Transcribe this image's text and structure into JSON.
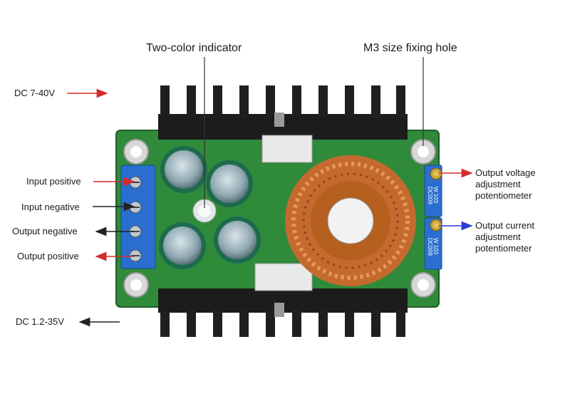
{
  "labels": {
    "two_color_indicator": "Two-color indicator",
    "m3_fixing_hole": "M3 size fixing hole",
    "dc_input_range": "DC 7-40V",
    "dc_output_range": "DC 1.2-35V",
    "input_positive": "Input positive",
    "input_negative": "Input negative",
    "output_negative": "Output negative",
    "output_positive": "Output positive",
    "voltage_pot_line1": "Output voltage",
    "voltage_pot_line2": "adjustment",
    "voltage_pot_line3": "potentiometer",
    "current_pot_line1": "Output current",
    "current_pot_line2": "adjustment",
    "current_pot_line3": "potentiometer"
  },
  "colors": {
    "arrow_red": "#d42a2a",
    "arrow_black": "#222222",
    "arrow_blue": "#2a3fd4",
    "pcb_green": "#2f8a3a",
    "heatsink": "#1c1c1c",
    "terminal_blue": "#2a6fd0",
    "coil_copper": "#c56a2e"
  },
  "board_markings": {
    "pot_top_code": "W 103",
    "pot_top_sub": "DC009",
    "pot_bottom_code": "W 103",
    "pot_bottom_sub": "DC009"
  }
}
